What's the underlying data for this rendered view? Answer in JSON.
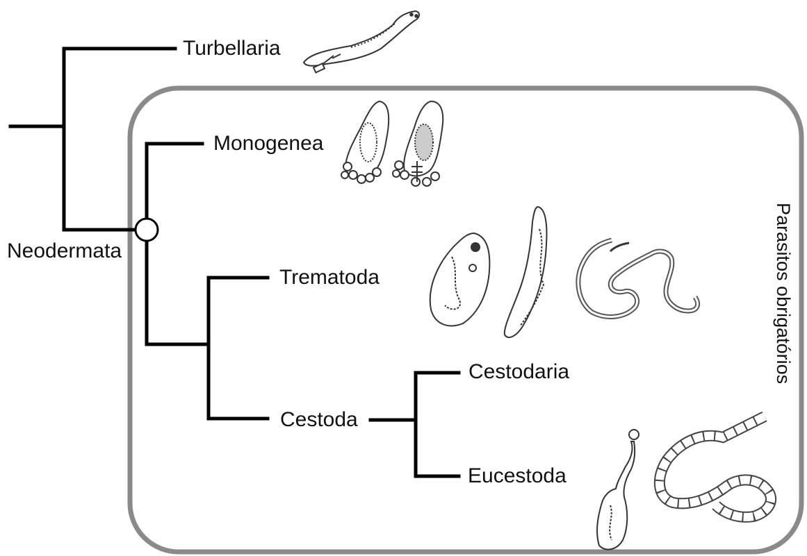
{
  "tree": {
    "taxa": {
      "turbellaria": "Turbellaria",
      "monogenea": "Monogenea",
      "trematoda": "Trematoda",
      "cestoda": "Cestoda",
      "cestodaria": "Cestodaria",
      "eucestoda": "Eucestoda"
    },
    "clades": {
      "neodermata": "Neodermata"
    },
    "group_label": "Parasitos obrigatórios"
  },
  "colors": {
    "branch": "#000000",
    "group_box": "#8a8a8a",
    "drawing": "#333333"
  }
}
